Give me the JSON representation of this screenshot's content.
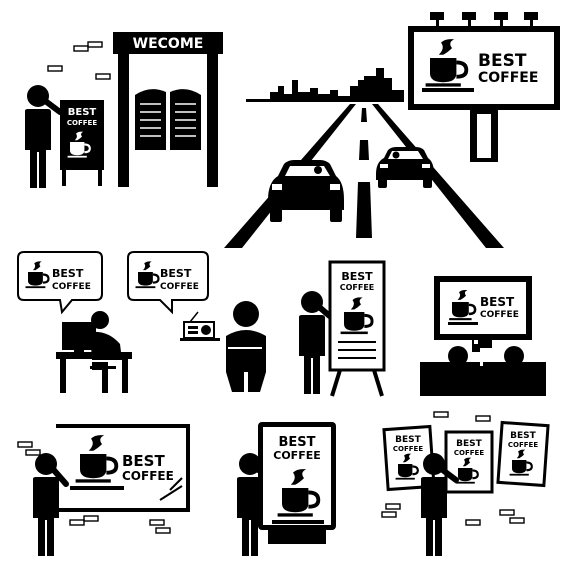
{
  "colors": {
    "ink": "#000000",
    "paper": "#ffffff"
  },
  "saloon": {
    "sign": "WECOME"
  },
  "brand": {
    "line1": "BEST",
    "line2": "COFFEE"
  },
  "icons": {
    "coffee": "coffee-cup-icon",
    "radio": "radio-icon",
    "computer": "computer-icon",
    "tv": "television-icon",
    "car": "car-icon",
    "skyline": "city-skyline-icon"
  }
}
